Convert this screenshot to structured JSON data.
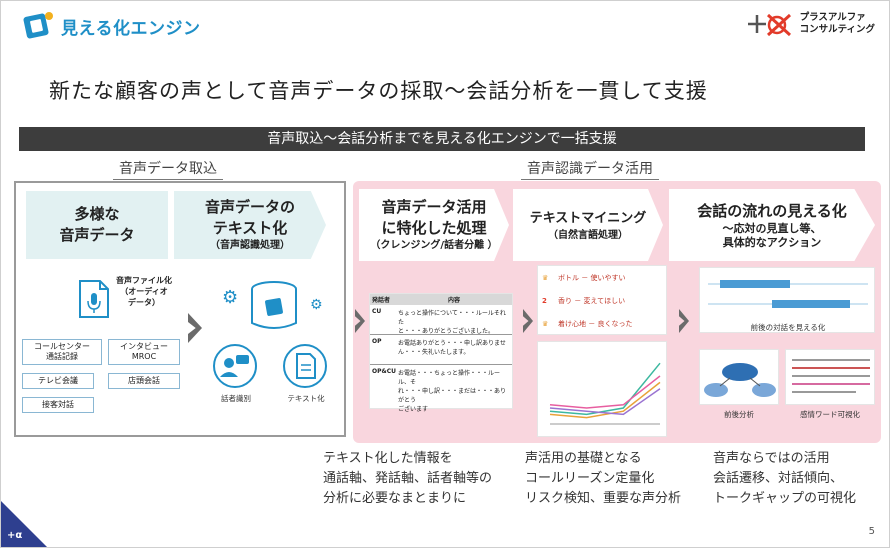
{
  "header": {
    "brand_left": "見える化エンジン",
    "brand_right_line1": "プラスアルファ",
    "brand_right_line2": "コンサルティング",
    "title": "新たな顧客の声として音声データの採取～会話分析を一貫して支援"
  },
  "banner": "音声取込～会話分析までを見える化エンジンで一括支援",
  "sections": {
    "left_label": "音声データ取込",
    "right_label": "音声認識データ活用"
  },
  "left_panel": {
    "box1": "多様な\n音声データ",
    "box1_line1": "多様な",
    "box1_line2": "音声データ",
    "box2_line1": "音声データの",
    "box2_line2": "テキスト化",
    "box2_sub": "（音声認識処理）",
    "file_label_line1": "音声ファイル化",
    "file_label_line2": "（オーディオ",
    "file_label_line3": "データ）",
    "tags": [
      "コールセンター\n通話記録",
      "インタビュー\nMROC",
      "テレビ会議",
      "店頭会話",
      "接客対話"
    ],
    "tag_1a": "コールセンター",
    "tag_1b": "通話記録",
    "tag_2a": "インタビュー",
    "tag_2b": "MROC",
    "tag_3": "テレビ会議",
    "tag_4": "店頭会話",
    "tag_5": "接客対話",
    "icon_cap_1": "話者識別",
    "icon_cap_2": "テキスト化"
  },
  "right_panel": {
    "col1_line1": "音声データ活用",
    "col1_line2": "に特化した処理",
    "col1_sub": "（クレンジング/話者分離 ）",
    "col2_line1": "テキストマイニング",
    "col2_sub": "（自然言語処理）",
    "col3_line1": "会話の流れの見える化",
    "col3_line2": "～応対の見直し等、",
    "col3_line3": "具体的なアクション",
    "table_headers": [
      "発話者",
      "内容"
    ],
    "table_rows": [
      {
        "speaker": "CU",
        "text": "ちょっと操作について・・・ルールそれた\nと・・・ありがとうございました。"
      },
      {
        "speaker": "OP",
        "text": "お電話ありがとう・・・申し訳ありませ\nん・・・失礼いたします。"
      },
      {
        "speaker": "OP&CU",
        "text": "お電話・・・ちょっと操作・・・ルール、そ\nれ・・・申し訳・・・まだは・・・ありがとう\nございます"
      }
    ],
    "rank_items": [
      {
        "rank": "1",
        "label": "ボトル － 使いやすい"
      },
      {
        "rank": "2",
        "label": "香り － 変えてほしい"
      },
      {
        "rank": "3",
        "label": "着け心地 － 良くなった"
      }
    ],
    "chart_caption_left": "前後の対話を見える化",
    "chart_caption_1": "前後分析",
    "chart_caption_2": "感情ワード可視化"
  },
  "chart_data": {
    "type": "line",
    "title": "",
    "categories": [
      "",
      "",
      "",
      ""
    ],
    "series": [
      {
        "values": [
          8,
          6,
          10,
          38
        ],
        "color": "#3db8a0"
      },
      {
        "values": [
          12,
          10,
          12,
          30
        ],
        "color": "#e75ea0"
      },
      {
        "values": [
          6,
          4,
          8,
          26
        ],
        "color": "#e8a23a"
      },
      {
        "values": [
          10,
          8,
          6,
          22
        ],
        "color": "#9a73d1"
      }
    ],
    "ylim": [
      0,
      45
    ]
  },
  "notes": {
    "left": [
      "テキスト化した情報を",
      "通話軸、発話軸、話者軸等の",
      "分析に必要なまとまりに"
    ],
    "middle": [
      "声活用の基礎となる",
      "コールリーズン定量化",
      "リスク検知、重要な声分析"
    ],
    "right": [
      "音声ならではの活用",
      "会話遷移、対話傾向、",
      "トークギャップの可視化"
    ]
  },
  "footer": {
    "page": "5"
  },
  "colors": {
    "accent_blue": "#1f8fc7",
    "banner": "#3d3d3d",
    "pink_panel": "#f9d6de",
    "teal_box": "#e2f1f2",
    "corner": "#2e3f8f"
  }
}
